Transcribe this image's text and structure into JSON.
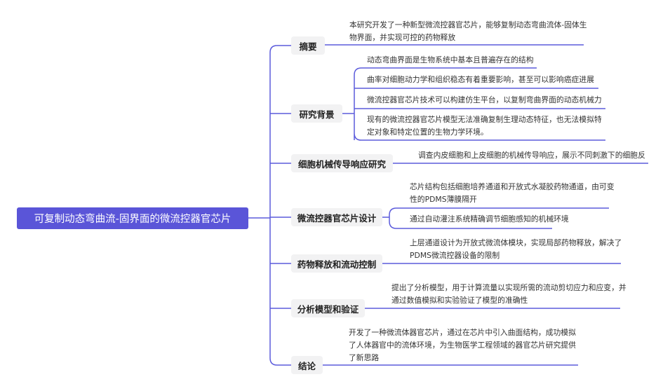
{
  "root": {
    "label": "可复制动态弯曲流-固界面的微流控器官芯片"
  },
  "colors": {
    "accent": "#5a55d8",
    "line": "#5b5bdc",
    "branch_bg": "#f2f2f3"
  },
  "branches": [
    {
      "label": "摘要",
      "leaves": [
        "本研究开发了一种新型微流控器官芯片，能够复制动态弯曲流体-固体生物界面，并实现可控的药物释放"
      ]
    },
    {
      "label": "研究背景",
      "leaves": [
        "动态弯曲界面是生物系统中基本且普遍存在的结构",
        "曲率对细胞动力学和组织稳态有着重要影响，甚至可以影响癌症进展",
        "微流控器官芯片技术可以构建仿生平台，以复制弯曲界面的动态机械力",
        "现有的微流控器官芯片模型无法准确复制生理动态特征，也无法模拟特定对象和特定位置的生物力学环境。"
      ]
    },
    {
      "label": "细胞机械传导响应研究",
      "leaves": [
        "调查内皮细胞和上皮细胞的机械传导响应，展示不同刺激下的细胞反"
      ]
    },
    {
      "label": "微流控器官芯片设计",
      "leaves": [
        "芯片结构包括细胞培养通道和开放式水凝胶药物通道，由可变性的PDMS薄膜隔开",
        "通过自动灌注系统精确调节细胞感知的机械环境"
      ]
    },
    {
      "label": "药物释放和流动控制",
      "leaves": [
        "上层通道设计为开放式微流体模块，实现局部药物释放，解决了PDMS微流控器设备的限制"
      ]
    },
    {
      "label": "分析模型和验证",
      "leaves": [
        "提出了分析模型，用于计算流量以实现所需的流动剪切应力和应变，并通过数值模拟和实验验证了模型的准确性"
      ]
    },
    {
      "label": "结论",
      "leaves": [
        "开发了一种微流体器官芯片，通过在芯片中引入曲面结构，成功模拟了人体器官中的流体环境，为生物医学工程领域的器官芯片研究提供了新思路"
      ]
    }
  ]
}
